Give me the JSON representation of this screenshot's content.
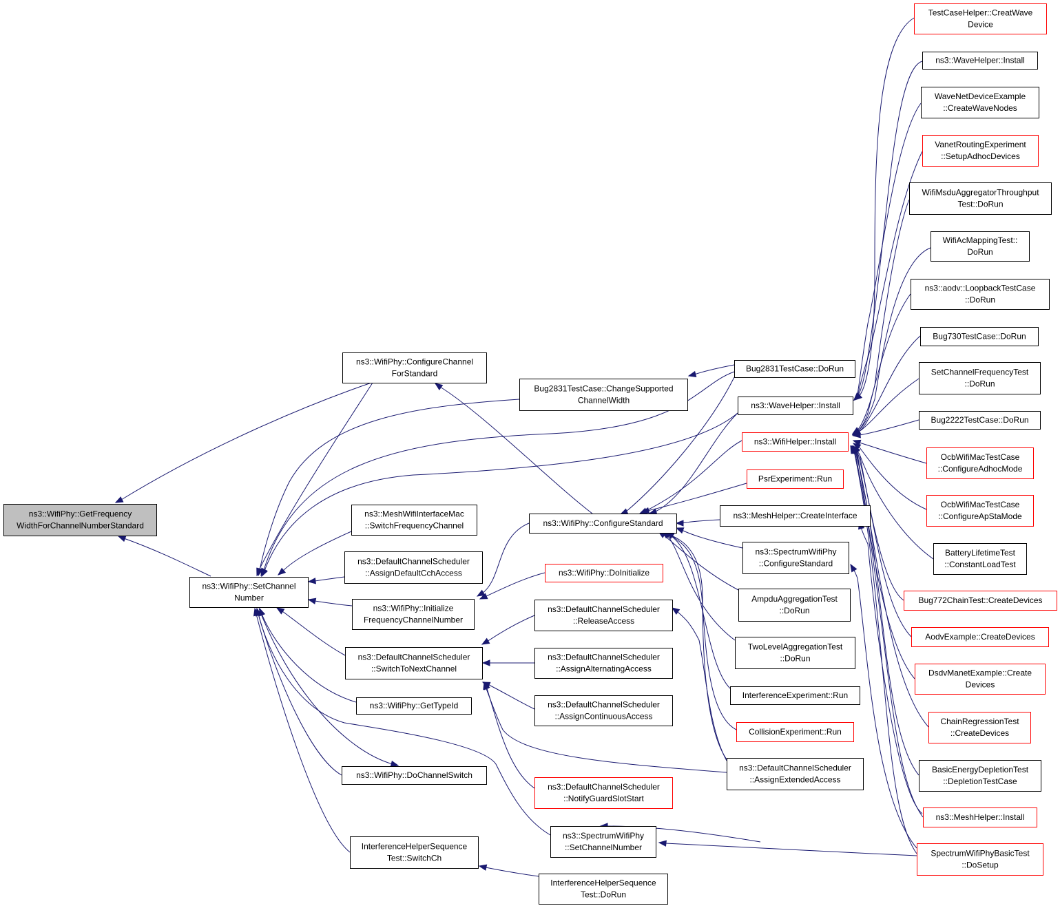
{
  "colors": {
    "edge": "#191970",
    "node_border": "#000000",
    "node_border_truncated": "#ff0000",
    "root_fill": "#bfbfbf"
  },
  "nodes": {
    "root": [
      "ns3::WifiPhy::GetFrequency",
      "WidthForChannelNumberStandard"
    ],
    "setchan": [
      "ns3::WifiPhy::SetChannel",
      "Number"
    ],
    "cfgchan": [
      "ns3::WifiPhy::ConfigureChannel",
      "ForStandard"
    ],
    "chgsup": [
      "Bug2831TestCase::ChangeSupported",
      "ChannelWidth"
    ],
    "meshswitch": [
      "ns3::MeshWifiInterfaceMac",
      "::SwitchFrequencyChannel"
    ],
    "defcch": [
      "ns3::DefaultChannelScheduler",
      "::AssignDefaultCchAccess"
    ],
    "initfreq": [
      "ns3::WifiPhy::Initialize",
      "FrequencyChannelNumber"
    ],
    "switchnext": [
      "ns3::DefaultChannelScheduler",
      "::SwitchToNextChannel"
    ],
    "gettype": [
      "ns3::WifiPhy::GetTypeId"
    ],
    "dochsw": [
      "ns3::WifiPhy::DoChannelSwitch"
    ],
    "ihsswitch": [
      "InterferenceHelperSequence",
      "Test::SwitchCh"
    ],
    "cfgstd": [
      "ns3::WifiPhy::ConfigureStandard"
    ],
    "doinit": [
      "ns3::WifiPhy::DoInitialize"
    ],
    "release": [
      "ns3::DefaultChannelScheduler",
      "::ReleaseAccess"
    ],
    "altacc": [
      "ns3::DefaultChannelScheduler",
      "::AssignAlternatingAccess"
    ],
    "contacc": [
      "ns3::DefaultChannelScheduler",
      "::AssignContinuousAccess"
    ],
    "guard": [
      "ns3::DefaultChannelScheduler",
      "::NotifyGuardSlotStart"
    ],
    "specsetchan": [
      "ns3::SpectrumWifiPhy",
      "::SetChannelNumber"
    ],
    "ihsdorun": [
      "InterferenceHelperSequence",
      "Test::DoRun"
    ],
    "b2831dorun": [
      "Bug2831TestCase::DoRun"
    ],
    "wavehelp": [
      "ns3::WaveHelper::Install"
    ],
    "wifihelp": [
      "ns3::WifiHelper::Install"
    ],
    "psr": [
      "PsrExperiment::Run"
    ],
    "meshcreate": [
      "ns3::MeshHelper::CreateInterface"
    ],
    "speccfg": [
      "ns3::SpectrumWifiPhy",
      "::ConfigureStandard"
    ],
    "ampdu": [
      "AmpduAggregationTest",
      "::DoRun"
    ],
    "twolevel": [
      "TwoLevelAggregationTest",
      "::DoRun"
    ],
    "interf": [
      "InterferenceExperiment::Run"
    ],
    "collision": [
      "CollisionExperiment::Run"
    ],
    "extacc": [
      "ns3::DefaultChannelScheduler",
      "::AssignExtendedAccess"
    ],
    "creatwave": [
      "TestCaseHelper::CreatWave",
      "Device"
    ],
    "wavehelp2": [
      "ns3::WaveHelper::Install"
    ],
    "wavenet": [
      "WaveNetDeviceExample",
      "::CreateWaveNodes"
    ],
    "vanet": [
      "VanetRoutingExperiment",
      "::SetupAdhocDevices"
    ],
    "msdu": [
      "WifiMsduAggregatorThroughput",
      "Test::DoRun"
    ],
    "acmap": [
      "WifiAcMappingTest::",
      "DoRun"
    ],
    "aodvloop": [
      "ns3::aodv::LoopbackTestCase",
      "::DoRun"
    ],
    "bug730": [
      "Bug730TestCase::DoRun"
    ],
    "setfreq": [
      "SetChannelFrequencyTest",
      "::DoRun"
    ],
    "bug2222": [
      "Bug2222TestCase::DoRun"
    ],
    "ocbadhoc": [
      "OcbWifiMacTestCase",
      "::ConfigureAdhocMode"
    ],
    "ocbapsta": [
      "OcbWifiMacTestCase",
      "::ConfigureApStaMode"
    ],
    "battery": [
      "BatteryLifetimeTest",
      "::ConstantLoadTest"
    ],
    "bug772": [
      "Bug772ChainTest::CreateDevices"
    ],
    "aodvex": [
      "AodvExample::CreateDevices"
    ],
    "dsdv": [
      "DsdvManetExample::Create",
      "Devices"
    ],
    "chainreg": [
      "ChainRegressionTest",
      "::CreateDevices"
    ],
    "basicenergy": [
      "BasicEnergyDepletionTest",
      "::DepletionTestCase"
    ],
    "meshinst": [
      "ns3::MeshHelper::Install"
    ],
    "specbasic": [
      "SpectrumWifiPhyBasicTest",
      "::DoSetup"
    ]
  }
}
